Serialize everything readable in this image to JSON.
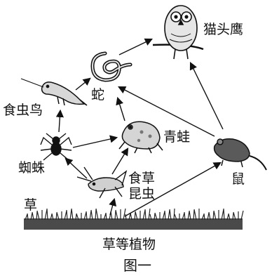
{
  "labels": {
    "owl": "猫头鹰",
    "snake": "蛇",
    "bird": "食虫鸟",
    "frog": "青蛙",
    "spider": "蜘蛛",
    "insect_line1": "食草",
    "insect_line2": "昆虫",
    "mouse": "鼠",
    "grass_left": "草",
    "plants": "草等植物",
    "figure_caption": "图一"
  },
  "edges": [
    {
      "from": "plants",
      "to": "insect"
    },
    {
      "from": "plants",
      "to": "mouse"
    },
    {
      "from": "insect",
      "to": "spider"
    },
    {
      "from": "insect",
      "to": "frog"
    },
    {
      "from": "spider",
      "to": "frog"
    },
    {
      "from": "spider",
      "to": "bird"
    },
    {
      "from": "bird",
      "to": "snake"
    },
    {
      "from": "frog",
      "to": "snake"
    },
    {
      "from": "mouse",
      "to": "snake"
    },
    {
      "from": "mouse",
      "to": "owl"
    },
    {
      "from": "snake",
      "to": "owl"
    }
  ],
  "colors": {
    "ink": "#111111",
    "grass": "#3a3a3a",
    "fill": "#e6e6e6"
  }
}
